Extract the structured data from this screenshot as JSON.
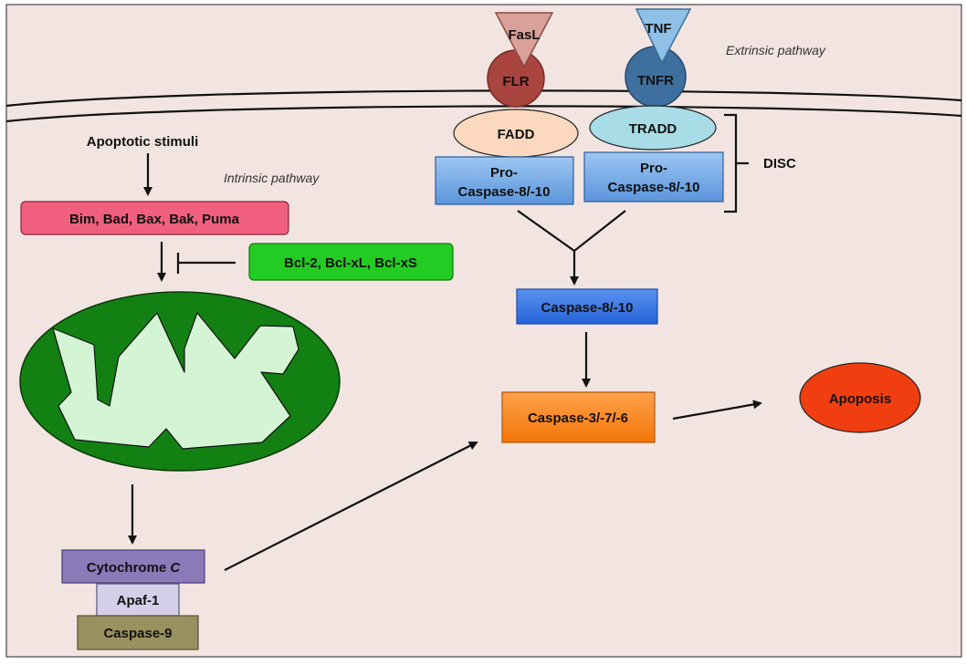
{
  "labels": {
    "apoptotic_stimuli": "Apoptotic stimuli",
    "intrinsic_pathway": "Intrinsic pathway",
    "extrinsic_pathway": "Extrinsic pathway",
    "bh3_proteins": "Bim, Bad, Bax, Bak, Puma",
    "bcl2_family": "Bcl-2, Bcl-xL, Bcl-xS",
    "fasl": "FasL",
    "flr": "FLR",
    "tnf": "TNF",
    "tnfr": "TNFR",
    "fadd": "FADD",
    "tradd": "TRADD",
    "pro": "Pro-",
    "caspase_8_10_line": "Caspase-8/-10",
    "disc": "DISC",
    "caspase_8_10": "Caspase-8/-10",
    "caspase_3_7_6": "Caspase-3/-7/-6",
    "apoptosis": "Apoposis",
    "cytochrome": "Cytochrome ",
    "cytochrome_c": "C",
    "apaf1": "Apaf-1",
    "caspase_9": "Caspase-9"
  },
  "colors": {
    "background": "#f2e4e1",
    "bh3_box": "#f0607e",
    "bcl2_box": "#22cc22",
    "mitochondrion_outer": "#138013",
    "mitochondrion_inner": "#d4f5d4",
    "fasl": "#d9a199",
    "flr": "#a9443e",
    "tnf": "#8fc1e8",
    "tnfr": "#3f6f9e",
    "fadd": "#fbd8be",
    "tradd": "#a8dce6",
    "pro_caspase": "#5f9be0",
    "caspase_8_10": "#2f6ee6",
    "caspase_3_7_6": "#fb7f12",
    "apoptosis": "#f03e10",
    "cytochrome_c": "#8a7ab8",
    "apaf1": "#d6cfea",
    "caspase_9": "#9a9160"
  }
}
